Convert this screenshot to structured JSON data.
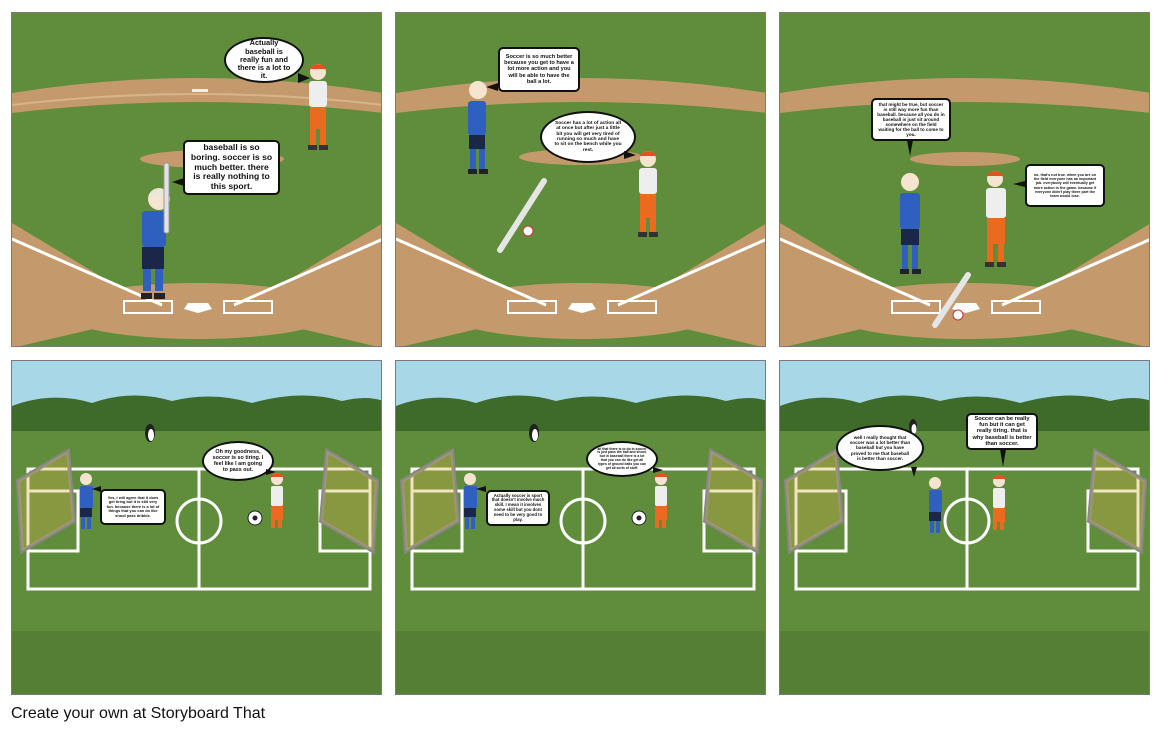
{
  "footer": {
    "text": "Create your own at Storyboard That"
  },
  "panels": [
    {
      "bubbles": [
        {
          "text": "Actually baseball is really fun and there is a lot to it."
        },
        {
          "text": "baseball is so boring. soccer is so much better. there is really nothing to this sport."
        }
      ]
    },
    {
      "bubbles": [
        {
          "text": "Soccer is so much better because you get to have a lot more action and you will be able to have the ball a lot."
        },
        {
          "text": "Soccer has a lot of action all at once but after just a little bit you will get very tired of running so much and have to sit on the bench while you rest."
        }
      ]
    },
    {
      "bubbles": [
        {
          "text": "that might be true, but soccer is still way more fun than baseball. because all you do in baseball is just sit around somewhere on the field waiting for the ball to come to you."
        },
        {
          "text": "no, that's not true. when you are on the field everyone has an important job. everybody will eventually get more action in the game. because if everyone didn't play there part the team would lose."
        }
      ]
    },
    {
      "bubbles": [
        {
          "text": "Oh my goodness, soccer is so tiring. I feel like I am going to pass out."
        },
        {
          "text": "Yes, I will agree that it does get tiring but it is still very fun. because there is a lot of things that you can do like shoot pass dribble."
        }
      ]
    },
    {
      "bubbles": [
        {
          "text": "Actually soccer is sport that doesn't involve much skill. I mean it involves some skill but you dont need to be very good to play."
        },
        {
          "text": "all that there is to do in soccer is just pass the ball and shoot. but in baseball there is a lot that you can do like get all types of ground balls you can get all sorts of stuff."
        }
      ]
    },
    {
      "bubbles": [
        {
          "text": "well I really thought that soccer was a lot better than baseball but you have proved to me that baseball is better than soccer."
        },
        {
          "text": "Soccer can be really fun but it can get really tiring. that is why baseball is better than soccer."
        }
      ]
    }
  ]
}
